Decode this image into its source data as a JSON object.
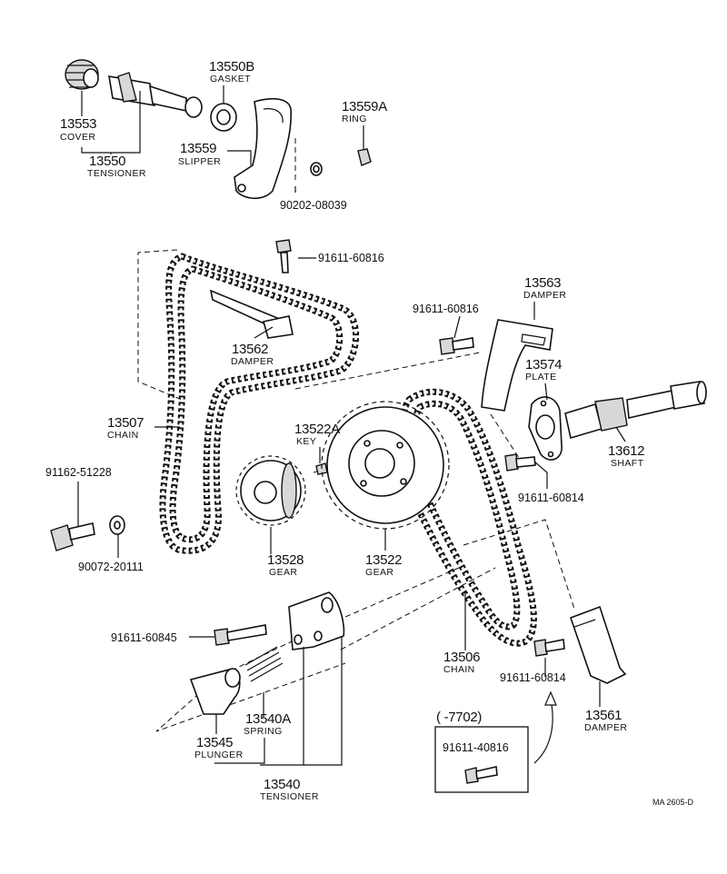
{
  "parts": {
    "p13553": {
      "number": "13553",
      "name": "COVER"
    },
    "p13550": {
      "number": "13550",
      "name": "TENSIONER"
    },
    "p13550B": {
      "number": "13550B",
      "name": "GASKET"
    },
    "p13559": {
      "number": "13559",
      "name": "SLIPPER"
    },
    "p13559A": {
      "number": "13559A",
      "name": "RING"
    },
    "p90202": {
      "number": "90202-08039"
    },
    "p91611_60816a": {
      "number": "91611-60816"
    },
    "p13562": {
      "number": "13562",
      "name": "DAMPER"
    },
    "p13563": {
      "number": "13563",
      "name": "DAMPER"
    },
    "p91611_60816b": {
      "number": "91611-60816"
    },
    "p13574": {
      "number": "13574",
      "name": "PLATE"
    },
    "p13612": {
      "number": "13612",
      "name": "SHAFT"
    },
    "p13507": {
      "number": "13507",
      "name": "CHAIN"
    },
    "p13522A": {
      "number": "13522A",
      "name": "KEY"
    },
    "p91611_60814a": {
      "number": "91611-60814"
    },
    "p91162": {
      "number": "91162-51228"
    },
    "p90072": {
      "number": "90072-20111"
    },
    "p13528": {
      "number": "13528",
      "name": "GEAR"
    },
    "p13522": {
      "number": "13522",
      "name": "GEAR"
    },
    "p91611_60845": {
      "number": "91611-60845"
    },
    "p13506": {
      "number": "13506",
      "name": "CHAIN"
    },
    "p91611_60814b": {
      "number": "91611-60814"
    },
    "p13561": {
      "number": "13561",
      "name": "DAMPER"
    },
    "p13540A": {
      "number": "13540A",
      "name": "SPRING"
    },
    "p13545": {
      "number": "13545",
      "name": "PLUNGER"
    },
    "p13540": {
      "number": "13540",
      "name": "TENSIONER"
    }
  },
  "inset": {
    "range": "(      -7702)",
    "number": "91611-40816"
  },
  "drawing_code": "MA 2605-D"
}
